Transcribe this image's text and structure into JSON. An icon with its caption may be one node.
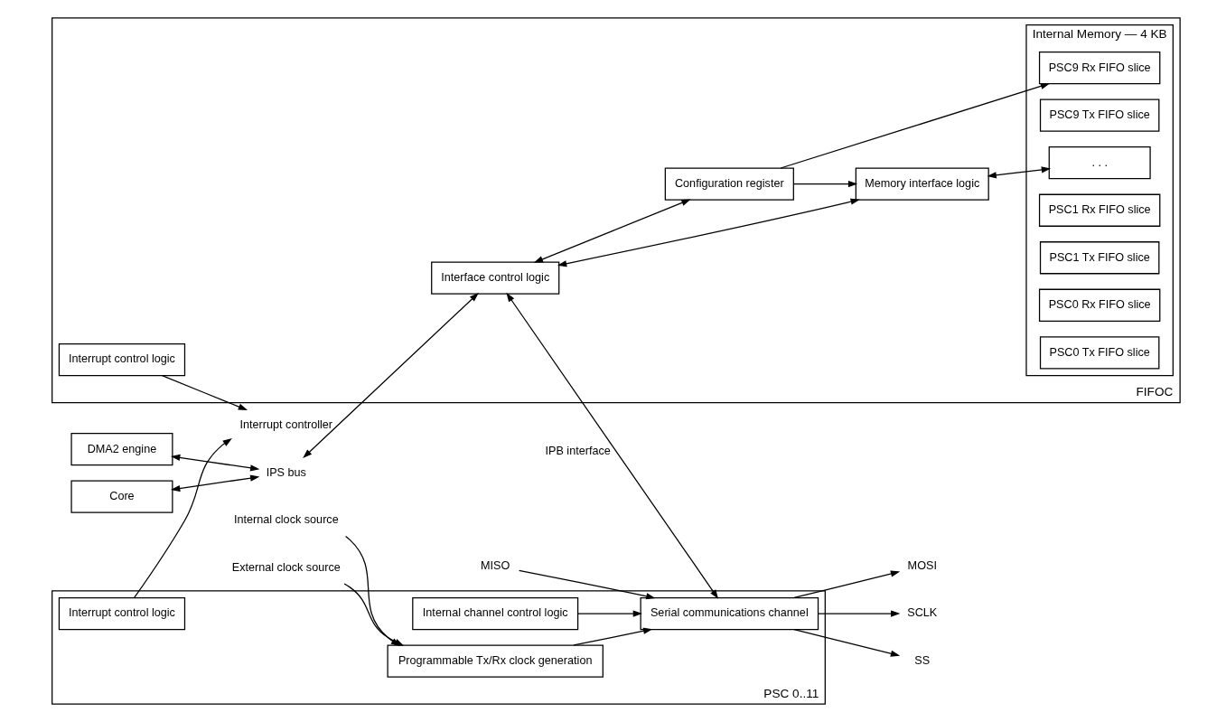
{
  "diagram": {
    "nodes": [
      {
        "text": [
          "Interrupt controller"
        ]
      },
      {
        "text": [
          "FIFOC"
        ]
      },
      {
        "text": [
          "Interrupt control logic"
        ],
        "in": 1
      },
      {
        "text": [
          "Internal Memory — 4 KB"
        ],
        "in": 1
      },
      {
        "text": [
          "PSC0 Tx FIFO slice"
        ],
        "in": 3
      },
      {
        "text": [
          "PSC0 Rx FIFO slice"
        ],
        "in": 3
      },
      {
        "text": [
          "PSC1 Tx FIFO slice"
        ],
        "in": 3
      },
      {
        "text": [
          "PSC1 Rx FIFO slice"
        ],
        "in": 3
      },
      {
        "text": [
          ". . ."
        ],
        "in": 3
      },
      {
        "text": [
          "PSC9 Tx FIFO slice"
        ],
        "in": 3
      },
      {
        "text": [
          "PSC9 Rx FIFO slice"
        ],
        "in": 3
      },
      {
        "text": [
          "Memory interface logic"
        ],
        "in": 1
      },
      {
        "text": [
          "Configuration register"
        ],
        "in": 1
      },
      {
        "text": [
          "Interface control logic"
        ],
        "in": 1
      },
      {
        "text": [
          "IPS bus"
        ]
      },
      {
        "text": [
          "DMA2 engine"
        ]
      },
      {
        "text": [
          "Core"
        ]
      },
      {
        "text": [
          "PSC 0..11"
        ]
      },
      {
        "text": [
          "Interrupt control logic"
        ],
        "in": 17
      },
      {
        "text": [
          "Internal channel control logic"
        ],
        "in": 17
      },
      {
        "text": [
          "Serial communications channel"
        ],
        "in": 17
      },
      {
        "text": [
          "Programmable Tx/Rx clock generation"
        ],
        "in": 17
      },
      {
        "text": [
          "SCLK"
        ]
      },
      {
        "text": [
          "SS"
        ]
      },
      {
        "text": [
          "MOSI"
        ]
      },
      {
        "text": [
          "MISO"
        ]
      },
      {
        "text": [
          "External clock source"
        ]
      },
      {
        "text": [
          "Internal clock source"
        ]
      }
    ],
    "edges": [
      {
        "from": 2,
        "to": 0,
        "arrow": "to"
      },
      {
        "from": 18,
        "to": 0,
        "arrow": "to"
      },
      {
        "from": 15,
        "to": 14,
        "arrow": "both"
      },
      {
        "from": 16,
        "to": 14,
        "arrow": "both"
      },
      {
        "from": 14,
        "to": 13,
        "arrow": "both"
      },
      {
        "from": 13,
        "to": 11,
        "arrow": "both"
      },
      {
        "from": 13,
        "to": 12,
        "arrow": "both"
      },
      {
        "from": 12,
        "to": 11,
        "arrow": "to"
      },
      {
        "from": 12,
        "to": 10,
        "arrow": "to"
      },
      {
        "from": 11,
        "to": 8,
        "arrow": "both"
      },
      {
        "from": 13,
        "to": 20,
        "arrow": "both",
        "label": "IPB interface"
      },
      {
        "from": 19,
        "to": 20,
        "arrow": "to"
      },
      {
        "from": 21,
        "to": 20,
        "arrow": "to"
      },
      {
        "from": 20,
        "to": 22,
        "arrow": "to"
      },
      {
        "from": 20,
        "to": 23,
        "arrow": "to"
      },
      {
        "from": 20,
        "to": 24,
        "arrow": "to"
      },
      {
        "from": 25,
        "to": 20,
        "arrow": "to"
      },
      {
        "from": 26,
        "to": 21,
        "arrow": "to"
      },
      {
        "from": 27,
        "to": 21,
        "arrow": "to"
      }
    ]
  }
}
